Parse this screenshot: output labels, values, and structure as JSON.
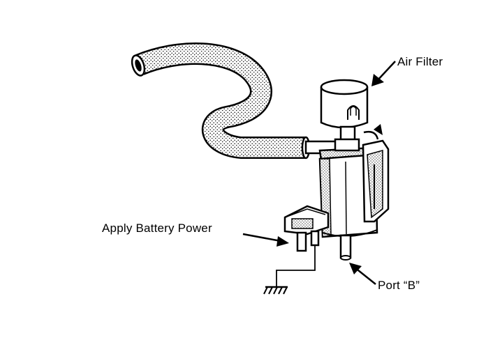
{
  "labels": {
    "air_filter": "Air Filter",
    "apply_battery_power": "Apply Battery Power",
    "port_b": "Port “B”"
  },
  "colors": {
    "ink": "#000000",
    "paper": "#ffffff"
  }
}
